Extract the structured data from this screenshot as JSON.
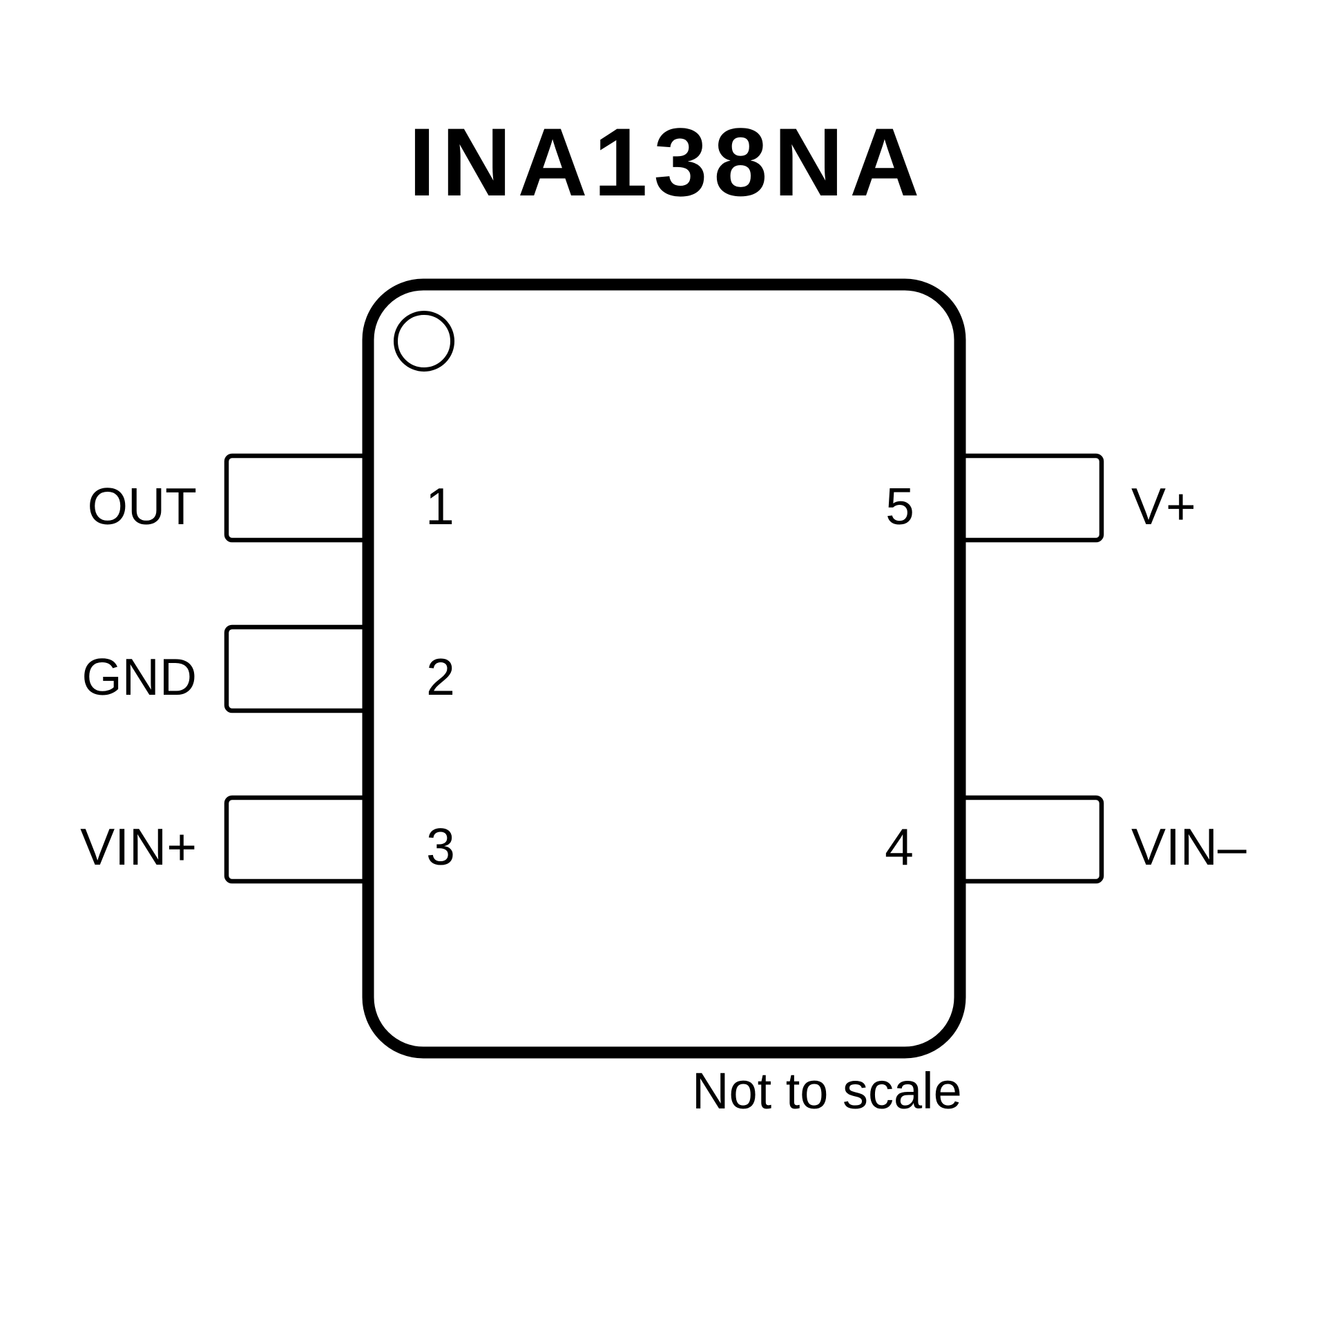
{
  "diagram": {
    "title": "INA138NA",
    "note": "Not to scale",
    "package": {
      "pin1_marker": "circle-dot",
      "pins": [
        {
          "number": "1",
          "name": "OUT",
          "side": "left"
        },
        {
          "number": "2",
          "name": "GND",
          "side": "left"
        },
        {
          "number": "3",
          "name": "VIN+",
          "side": "left"
        },
        {
          "number": "4",
          "name": "VIN–",
          "side": "right"
        },
        {
          "number": "5",
          "name": "V+",
          "side": "right"
        }
      ]
    },
    "colors": {
      "stroke": "#000000",
      "background": "#ffffff"
    }
  }
}
